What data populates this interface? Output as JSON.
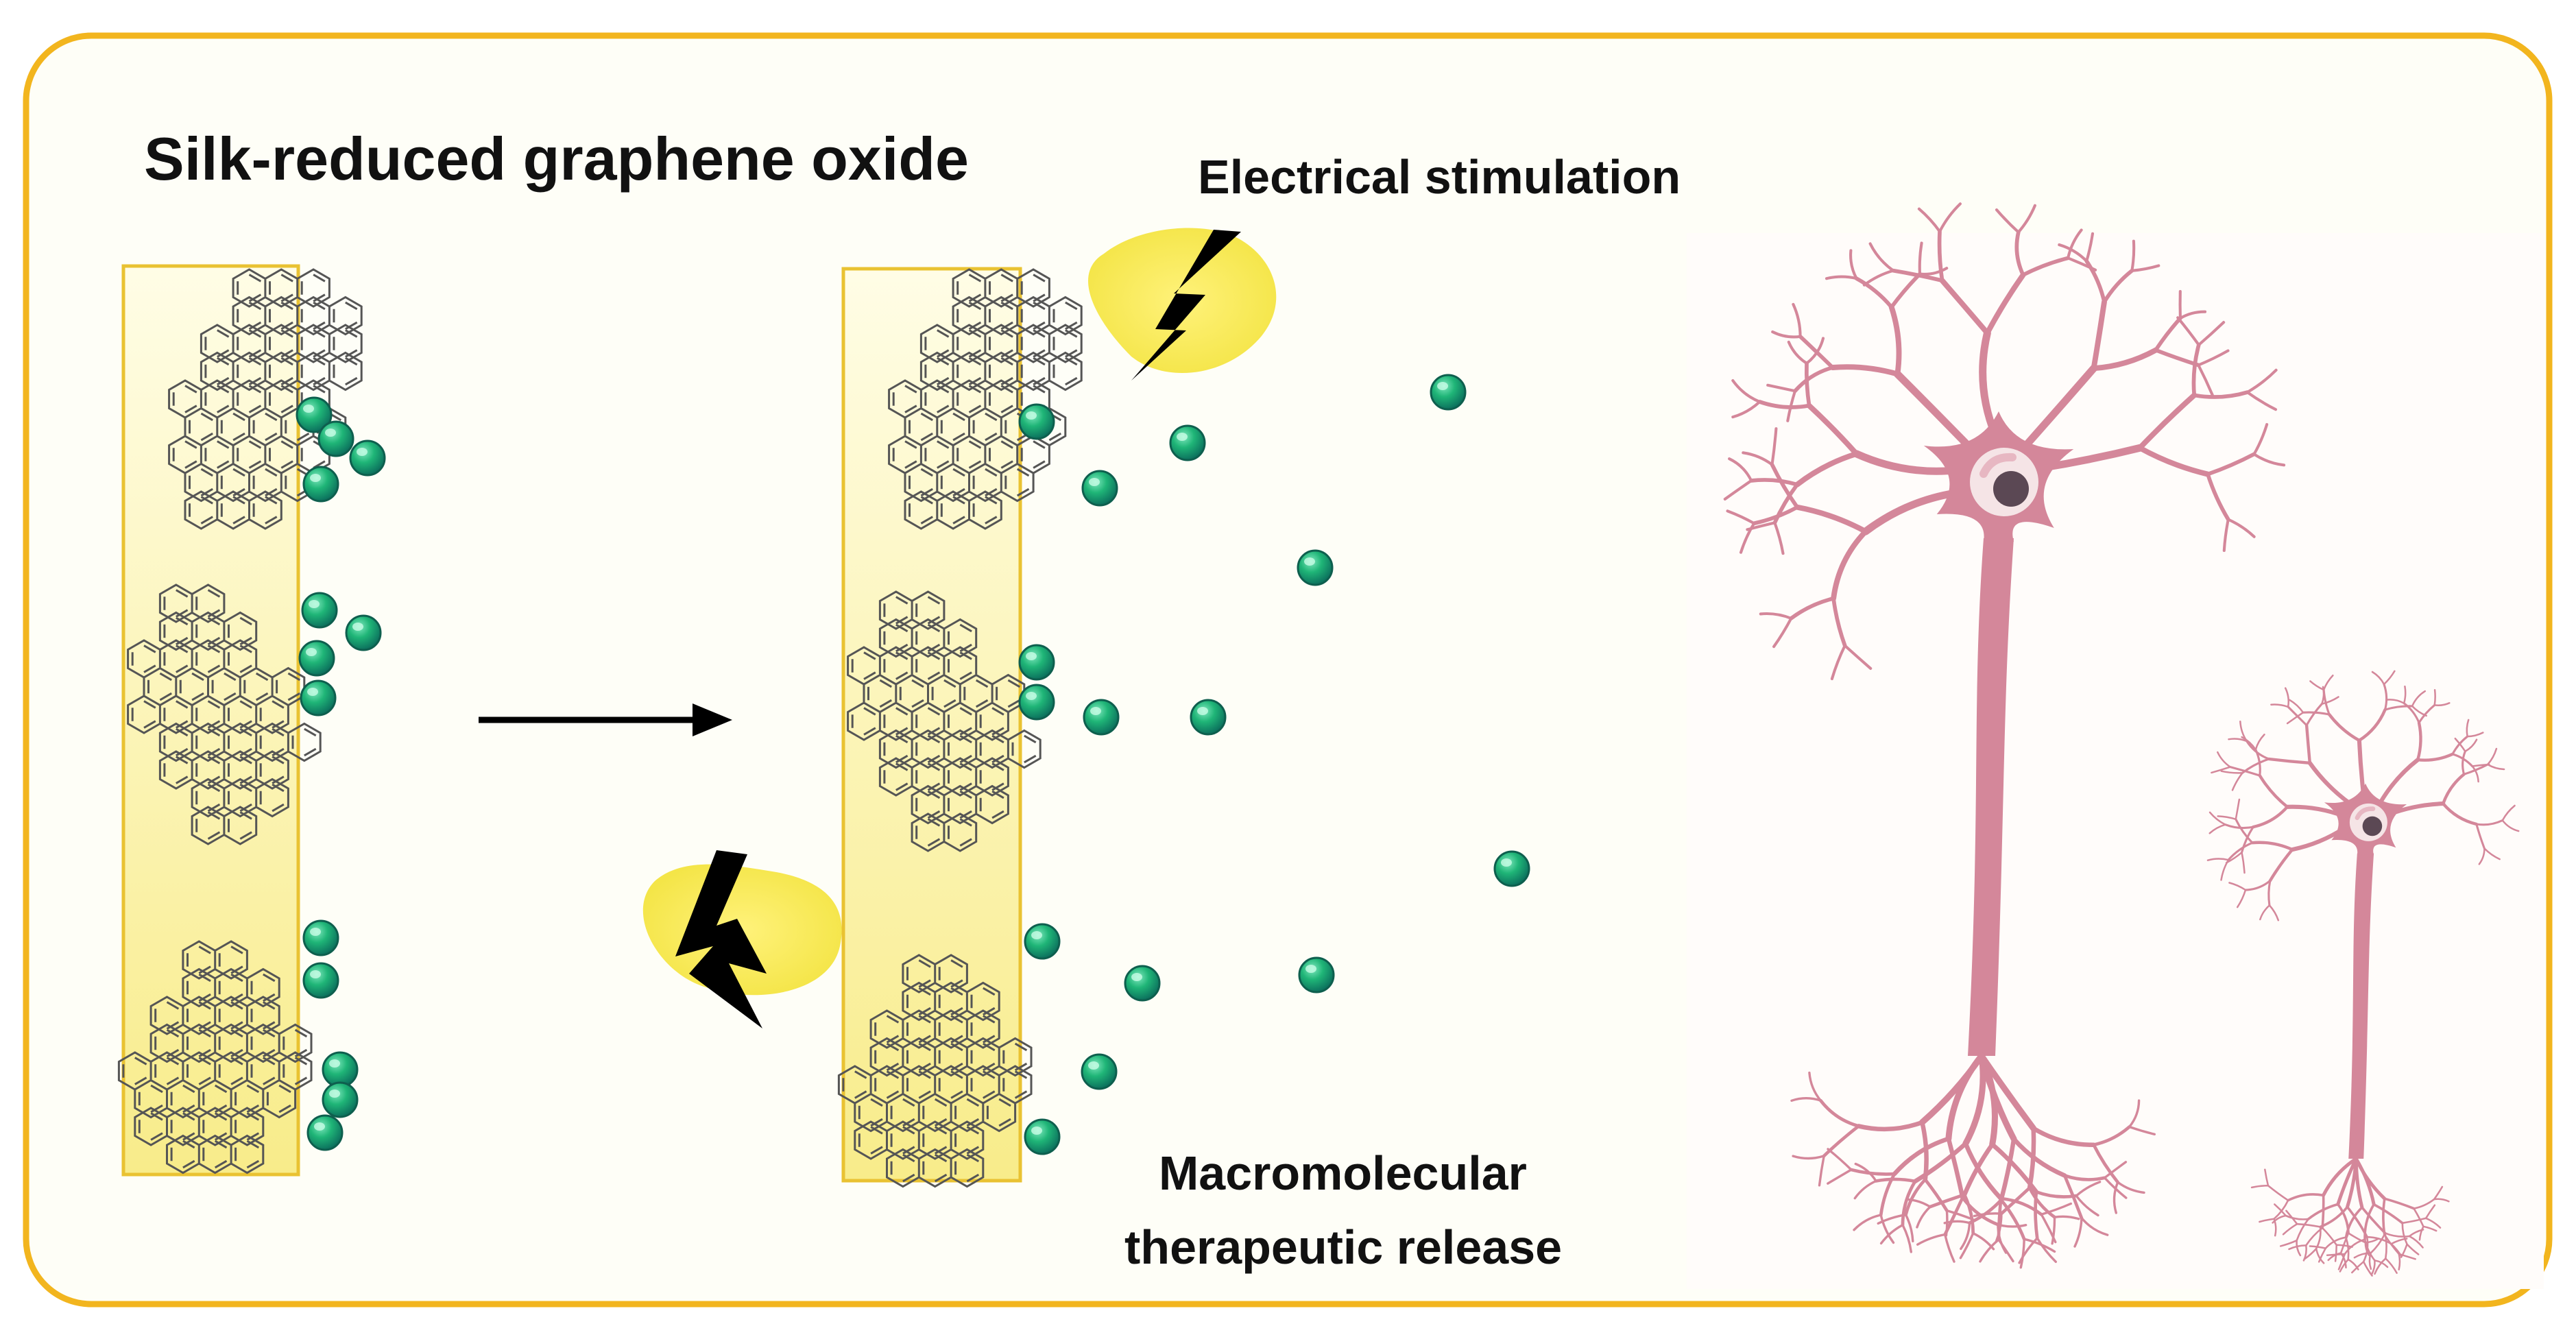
{
  "title": "Silk-reduced graphene oxide",
  "labels": {
    "stimulation": "Electrical  stimulation",
    "release_line1": "Macromolecular",
    "release_line2": "therapeutic  release"
  },
  "colors": {
    "frame": "#F2B51E",
    "panel_bg": "#FEFEF5",
    "strip_top": "#FFFDE6",
    "strip_bottom": "#F8EC8A",
    "strip_border": "#E9C232",
    "graphene": "#555555",
    "particle": "#16A36B",
    "particle_highlight": "#6CE0B2",
    "arrow": "#000000",
    "bolt": "#000000",
    "bolt_glow": "#F7EB5A",
    "neuron": "#D4879A",
    "nucleus": "#5B4854"
  },
  "icons": [
    "graphene-sheet-icon",
    "therapeutic-particle-icon",
    "lightning-bolt-icon",
    "neuron-icon",
    "process-arrow-icon"
  ]
}
